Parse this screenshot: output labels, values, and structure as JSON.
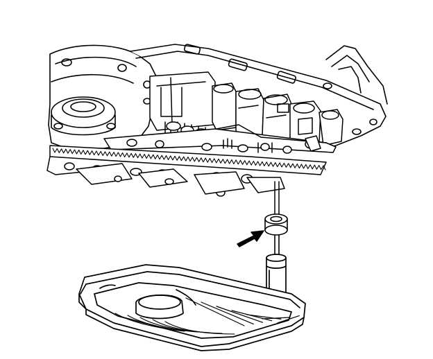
{
  "figure": {
    "background": "#ffffff",
    "ink": "#000000",
    "parts": [
      "transmission-case",
      "valve-body",
      "oil-pan-gasket-flange",
      "filter-pickup-tube",
      "filter-seal",
      "oil-filter",
      "pointer-arrow"
    ],
    "callout_icon": "arrow-icon"
  }
}
